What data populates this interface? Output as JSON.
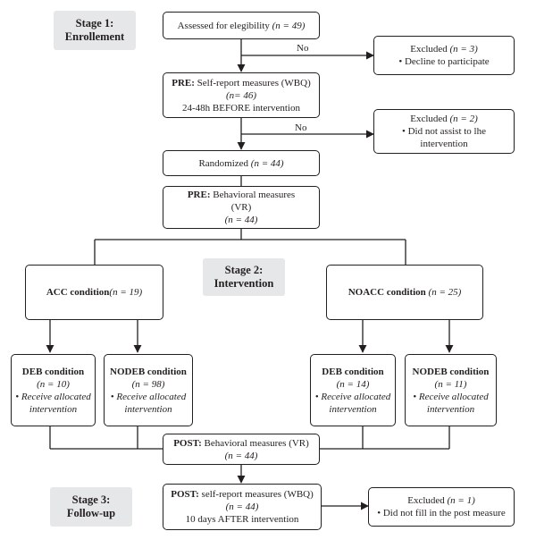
{
  "stages": {
    "s1": {
      "title": "Stage 1:",
      "name": "Enrollement"
    },
    "s2": {
      "title": "Stage 2:",
      "name": "Intervention"
    },
    "s3": {
      "title": "Stage 3:",
      "name": "Follow-up"
    }
  },
  "assessed": {
    "text": "Assessed for elegibility",
    "n": "(n = 49)"
  },
  "no1": "No",
  "no2": "No",
  "excluded1": {
    "title": "Excluded",
    "n": "(n = 3)",
    "reason": "• Decline to participate"
  },
  "pre_self": {
    "bold": "PRE:",
    "text": " Self-report measures (WBQ)",
    "n": "(n= 46)",
    "timing": "24-48h BEFORE intervention"
  },
  "excluded2": {
    "title": "Excluded",
    "n": "(n = 2)",
    "reason1": "• Did not assist to lhe",
    "reason2": "intervention"
  },
  "randomized": {
    "text": "Randomized",
    "n": "(n = 44)"
  },
  "pre_beh": {
    "bold": "PRE:",
    "text": " Behavioral measures",
    "sub": "(VR)",
    "n": "(n = 44)"
  },
  "acc": {
    "bold": "ACC condition",
    "n": "(n = 19)"
  },
  "noacc": {
    "bold": "NOACC condition",
    "n": "(n = 25)"
  },
  "deb1": {
    "title": "DEB condition",
    "n": "(n = 10)",
    "l1": "• Receive allocated",
    "l2": "intervention"
  },
  "nodeb1": {
    "title": "NODEB condition",
    "n": "(n = 98)",
    "l1": "• Receive allocated",
    "l2": "intervention"
  },
  "deb2": {
    "title": "DEB condition",
    "n": "(n = 14)",
    "l1": "• Receive allocated",
    "l2": "intervention"
  },
  "nodeb2": {
    "title": "NODEB condition",
    "n": "(n = 11)",
    "l1": "• Receive allocated",
    "l2": "intervention"
  },
  "post_beh": {
    "bold": "POST:",
    "text": " Behavioral measures (VR)",
    "n": "(n = 44)"
  },
  "post_self": {
    "bold": "POST:",
    "text": " self-report measures (WBQ)",
    "n": "(n = 44)",
    "timing": "10 days AFTER intervention"
  },
  "excluded3": {
    "title": "Excluded",
    "n": "(n = 1)",
    "reason": "• Did not fill in the post measure"
  }
}
